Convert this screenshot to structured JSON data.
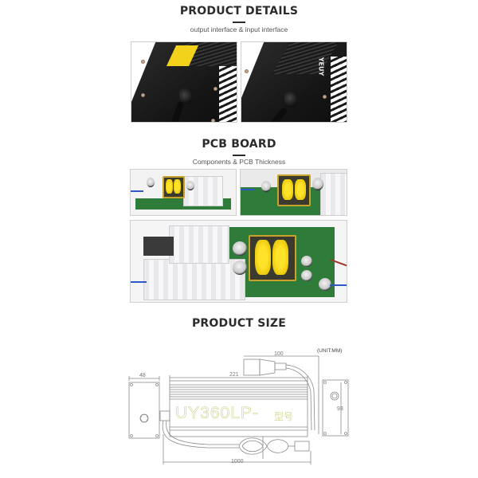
{
  "sections": {
    "details": {
      "title": "PRODUCT DETAILS",
      "subtitle": "output interface & input interface",
      "images": [
        {
          "label": "output-interface-photo"
        },
        {
          "label": "input-interface-photo",
          "brand": "YEUY"
        }
      ]
    },
    "pcb": {
      "title": "PCB BOARD",
      "subtitle": "Components & PCB Thickness",
      "images": [
        {
          "label": "pcb-side-view-left"
        },
        {
          "label": "pcb-side-view-right"
        },
        {
          "label": "pcb-top-view"
        }
      ]
    },
    "size": {
      "title": "PRODUCT SIZE",
      "unit": "(UNIT:MM)",
      "dimensions": {
        "width_side": "48",
        "length": "221",
        "connector_length": "100",
        "height": "93",
        "cable_length": "1000"
      },
      "model_text": "UY360LP-",
      "model_suffix": "型号"
    }
  },
  "colors": {
    "title": "#2b2b2b",
    "subtitle": "#555555",
    "frame_border": "#cfcfcf",
    "pcb_green": "#2f7c3a",
    "coil_yellow": "#ffe22a",
    "warning_yellow": "#f2d21b",
    "drawing_line": "#8a8a8a"
  }
}
